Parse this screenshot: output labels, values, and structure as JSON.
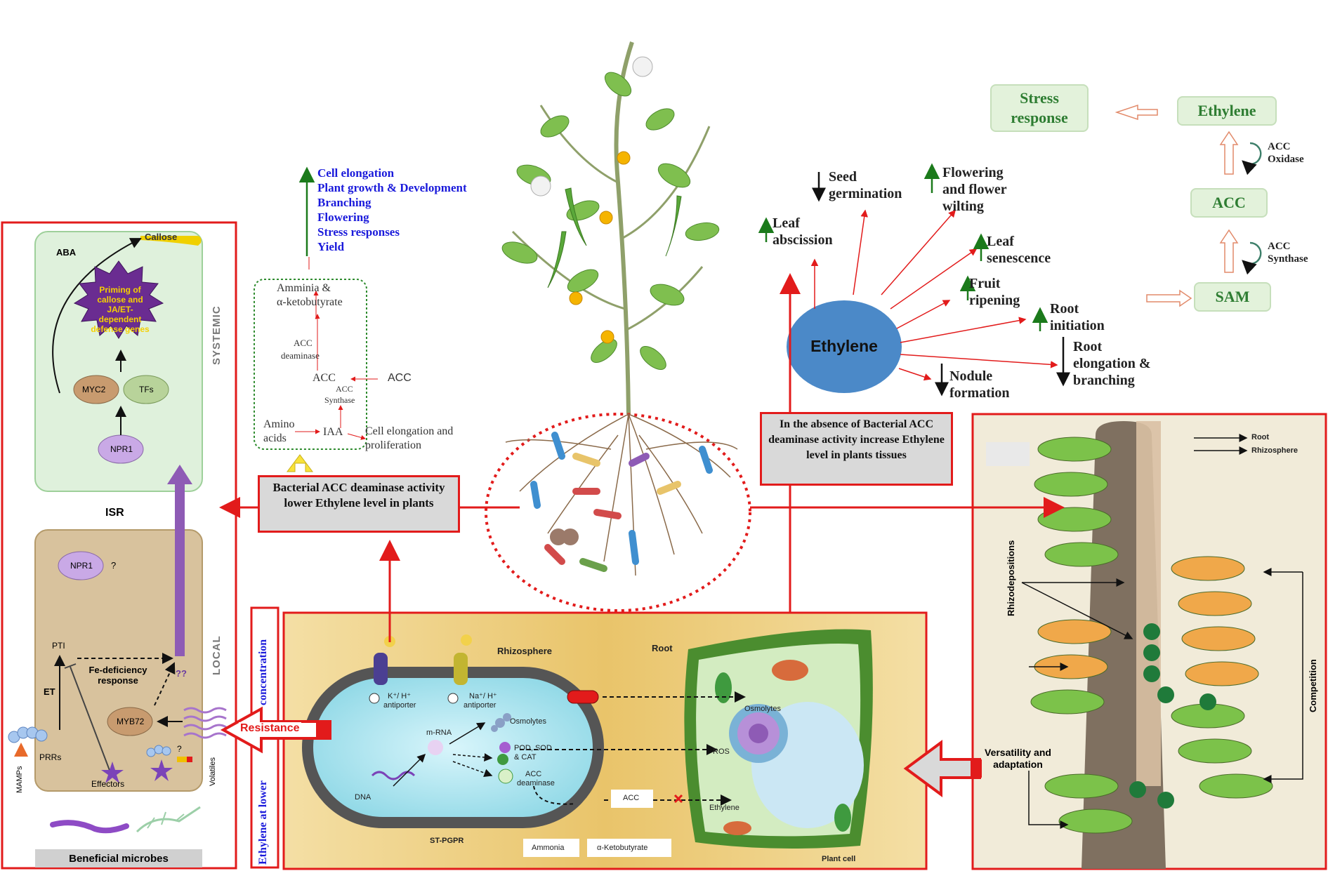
{
  "left_panel": {
    "callose": "Callose",
    "aba": "ABA",
    "priming": "Priming of callose and JA/ET-dependent defense genes",
    "myc2": "MYC2",
    "tfs": "TFs",
    "npr1_top": "NPR1",
    "systemic": "SYSTEMIC",
    "isr": "ISR",
    "npr1_local": "NPR1",
    "npr1_q": "?",
    "local": "LOCAL",
    "pti": "PTI",
    "fe_def": "Fe-deficiency response",
    "et": "ET",
    "myb72": "MYB72",
    "qq": "??",
    "prrs": "PRRs",
    "mamps": "MAMPs",
    "effectors": "Effectors",
    "volatiles": "Volatiles",
    "q2": "?",
    "beneficial": "Beneficial microbes"
  },
  "vertical_label": {
    "line1": "Ethylene at lower",
    "line2": "concentration"
  },
  "resistance": "Resistance",
  "blue_list": {
    "items": [
      "Cell elongation",
      "Plant growth & Development",
      "Branching",
      "Flowering",
      "Stress responses",
      "Yield"
    ]
  },
  "pathway": {
    "amminia": "Amminia &",
    "ketobutyrate": "α-ketobutyrate",
    "acc_deaminase_1": "ACC",
    "acc_deaminase_2": "deaminase",
    "acc_center": "ACC",
    "acc_right": "ACC",
    "acc_synthase_1": "ACC",
    "acc_synthase_2": "Synthase",
    "amino_1": "Amino",
    "amino_2": "acids",
    "iaa": "IAA",
    "cell_elong_1": "Cell elongation and",
    "cell_elong_2": "proliferation"
  },
  "bacterial_box": "Bacterial ACC deaminase activity lower Ethylene level in plants",
  "absence_box": "In the absence of Bacterial ACC deaminase activity increase Ethylene level in plants tissues",
  "ethylene_center": "Ethylene",
  "effects": {
    "seed": [
      "Seed",
      "germination"
    ],
    "flowering": [
      "Flowering",
      "and flower",
      "wilting"
    ],
    "leaf_abscission": [
      "Leaf",
      "abscission"
    ],
    "leaf_senescence": [
      "Leaf",
      "senescence"
    ],
    "fruit": [
      "Fruit",
      "ripening"
    ],
    "root_init": [
      "Root",
      "initiation"
    ],
    "root_elong": [
      "Root",
      "elongation &",
      "branching"
    ],
    "nodule": [
      "Nodule",
      "formation"
    ]
  },
  "biosynthesis": {
    "stress_response": [
      "Stress",
      "response"
    ],
    "ethylene": "Ethylene",
    "acc_oxidase": [
      "ACC",
      "Oxidase"
    ],
    "acc": "ACC",
    "acc_synthase": [
      "ACC",
      "Synthase"
    ],
    "sam": "SAM"
  },
  "bottom_panel": {
    "rhizosphere": "Rhizosphere",
    "root": "Root",
    "k_antiporter": [
      "K⁺/ H⁺",
      "antiporter"
    ],
    "na_antiporter": [
      "Na⁺/ H⁺",
      "antiporter"
    ],
    "osmolytes": "Osmolytes",
    "mrna": "m-RNA",
    "pod": [
      "POD, SOD",
      "& CAT"
    ],
    "acc_deaminase": [
      "ACC",
      "deaminase"
    ],
    "dna": "DNA",
    "st_pgpr": "ST-PGPR",
    "acc": "ACC",
    "ethylene": "Ethylene",
    "osmolytes_plant": "Osmolytes",
    "ros": "ROS",
    "ammonia": "Ammonia",
    "aketobutyrate": "α-Ketobutyrate",
    "plant_cell": "Plant cell"
  },
  "right_panel": {
    "root": "Root",
    "rhizosphere": "Rhizosphere",
    "rhizodepositions": "Rhizodepositions",
    "competition": "Competition",
    "versatility": [
      "Versatility and",
      "adaptation"
    ]
  }
}
